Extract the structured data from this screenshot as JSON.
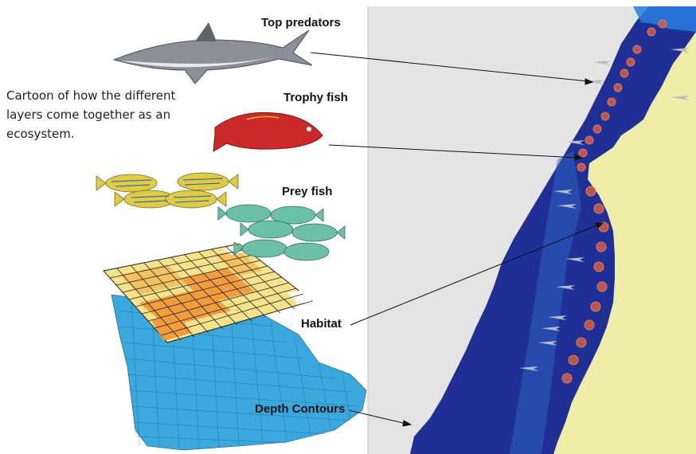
{
  "caption": "Cartoon of how the different layers come together as an ecosystem.",
  "layers": {
    "top_predators": "Top predators",
    "trophy_fish": "Trophy fish",
    "prey_fish": "Prey fish",
    "habitat": "Habitat",
    "depth_contours": "Depth Contours"
  },
  "icons": [
    "shark-icon",
    "snapper-fish-icon",
    "grunt-fish-icon",
    "parrotfish-icon",
    "habitat-grid",
    "depth-mesh",
    "ecosystem-map"
  ],
  "colors": {
    "ocean_deep": "#1f2f95",
    "ocean_shallow": "#2a7de0",
    "land": "#efeea8",
    "map_background": "#e4e4e4",
    "habitat_high": "#f08a1e",
    "habitat_low": "#f6e07a",
    "mesh": "#2a9fd6",
    "snapper": "#cc2a2a",
    "grunt": "#d8c23a",
    "parrotfish": "#5fb6a0",
    "shark": "#8a8f98"
  }
}
